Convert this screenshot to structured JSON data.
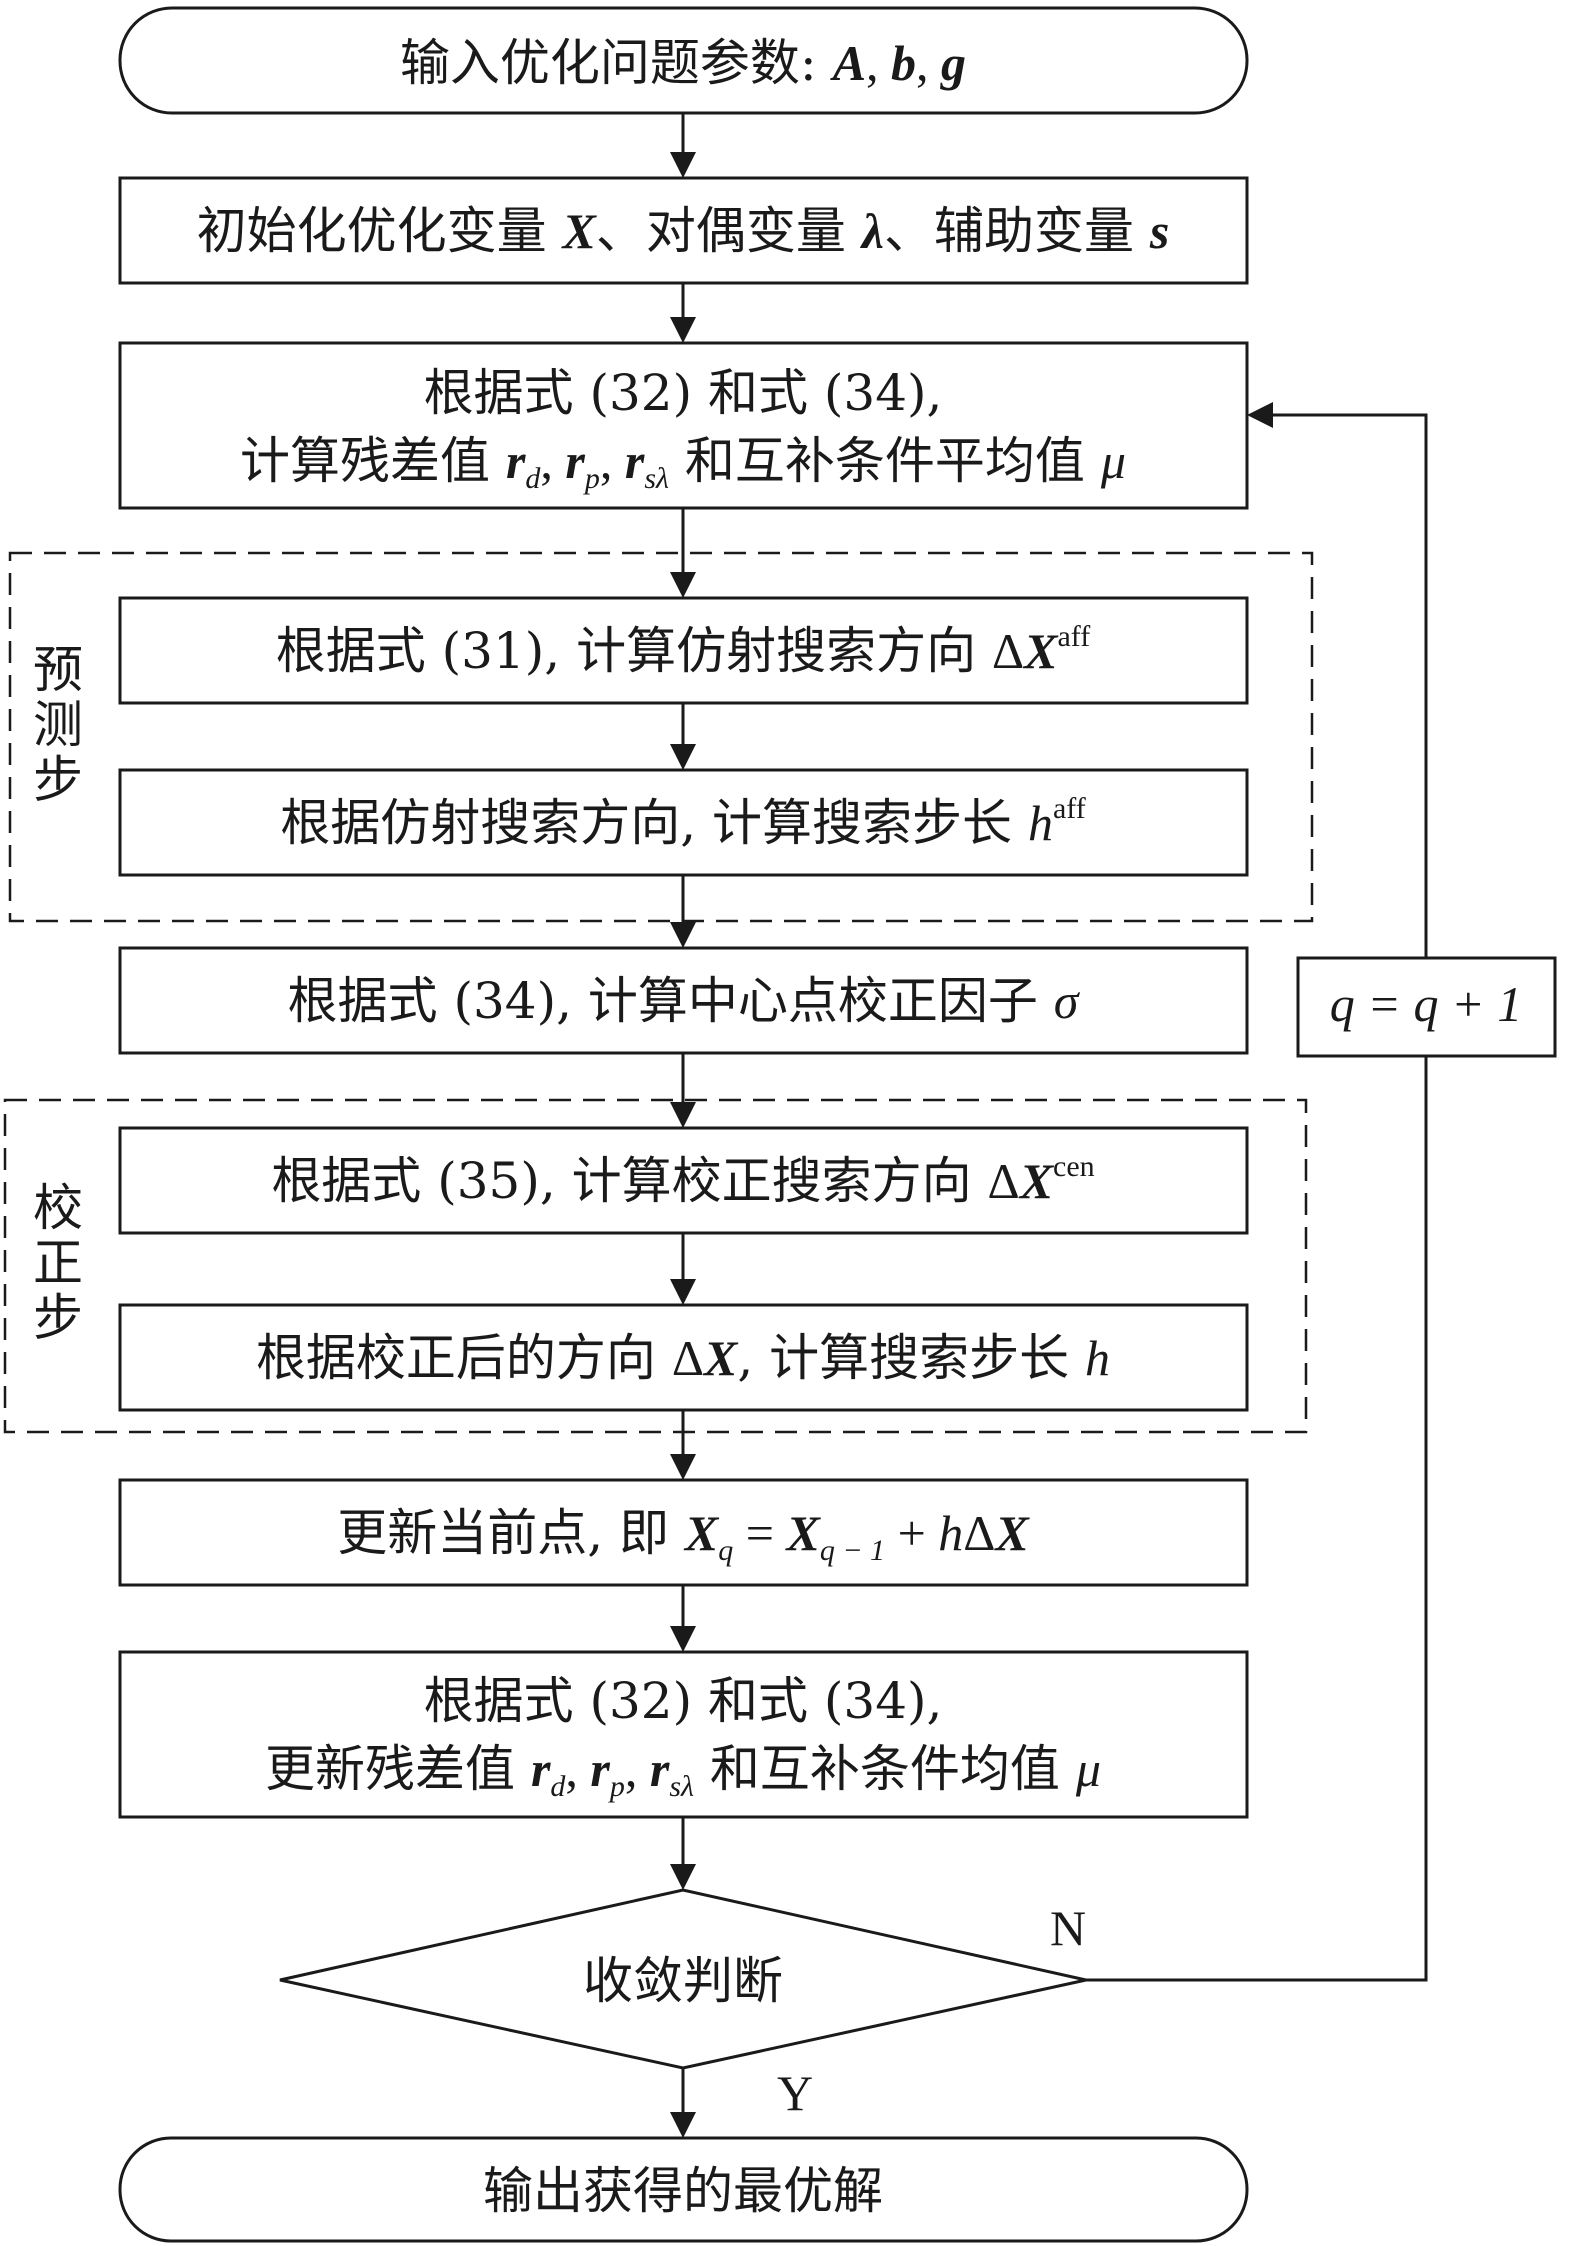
{
  "nodes": {
    "start": {
      "text": "输入优化问题参数: ",
      "vars": [
        "A",
        "b",
        "g"
      ]
    },
    "init": {
      "pre": "初始化优化变量 ",
      "x": "X",
      "mid1": "、对偶变量 ",
      "lambda": "λ",
      "mid2": "、辅助变量 ",
      "s": "s"
    },
    "residual": {
      "line1": "根据式 (32) 和式 (34),",
      "line2_pre": "计算残差值 ",
      "line2_post": " 和互补条件平均值 ",
      "mu": "μ"
    },
    "affine_dir": {
      "text": "根据式 (31), 计算仿射搜索方向 ",
      "delta": "Δ",
      "x": "X",
      "sup": "aff"
    },
    "affine_step": {
      "text": "根据仿射搜索方向, 计算搜索步长 ",
      "h": "h",
      "sup": "aff"
    },
    "sigma": {
      "text": "根据式 (34), 计算中心点校正因子 ",
      "sigma": "σ"
    },
    "center_dir": {
      "text": "根据式 (35), 计算校正搜索方向 ",
      "delta": "Δ",
      "x": "X",
      "sup": "cen"
    },
    "center_step": {
      "pre": "根据校正后的方向 ",
      "delta": "Δ",
      "x": "X",
      "post": ", 计算搜索步长 ",
      "h": "h"
    },
    "update": {
      "pre": "更新当前点, 即 ",
      "x": "X",
      "sub1": "q",
      "eq": " = ",
      "sub2": "q − 1",
      "plus": " + ",
      "h": "h",
      "delta": "Δ"
    },
    "update_residual": {
      "line1": "根据式 (32) 和式 (34),",
      "line2_pre": "更新残差值 ",
      "line2_post": " 和互补条件均值 ",
      "mu": "μ"
    },
    "decision": {
      "text": "收敛判断"
    },
    "end": {
      "text": "输出获得的最优解"
    },
    "loop": {
      "text": "q = q + 1"
    }
  },
  "residual_terms": {
    "r": "r",
    "subs": [
      "d",
      "p",
      "sλ"
    ],
    "sep": ", "
  },
  "groups": {
    "predictor": {
      "label": [
        "预",
        "测",
        "步"
      ]
    },
    "corrector": {
      "label": [
        "校",
        "正",
        "步"
      ]
    }
  },
  "edge_labels": {
    "no": "N",
    "yes": "Y"
  }
}
